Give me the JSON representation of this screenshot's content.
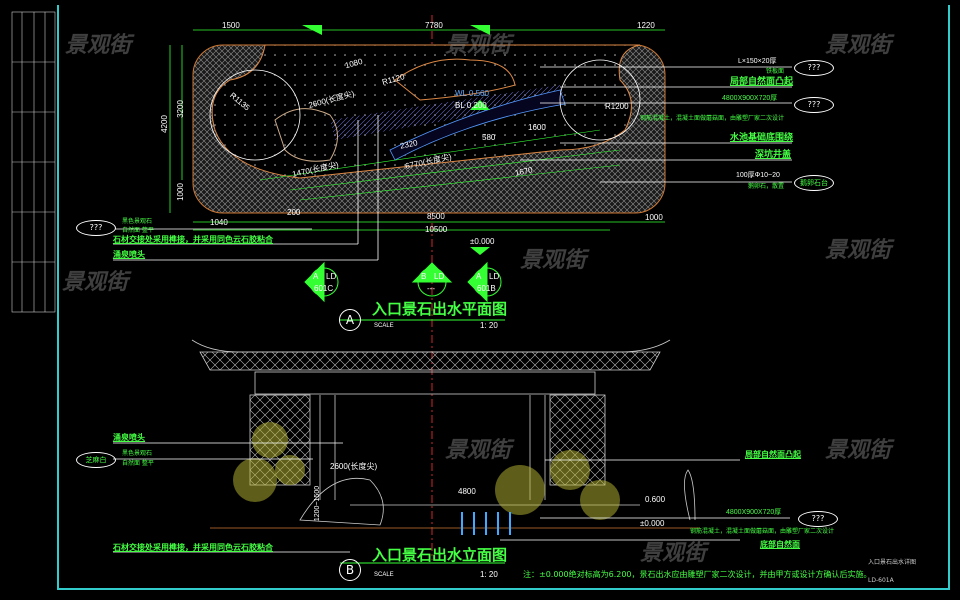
{
  "watermark": "景观街",
  "plan": {
    "title_letter": "A",
    "title": "入口景石出水平面图",
    "scale_label": "SCALE",
    "scale": "1: 20",
    "dims_top": [
      "1500",
      "7780",
      "1220"
    ],
    "dims_left": [
      "4200",
      "3200",
      "1000"
    ],
    "dims_bottom": [
      "8500",
      "10500",
      "1000"
    ],
    "inner_dims": [
      "R1135",
      "2600(长度尖)",
      "R1120",
      "1080",
      "WL 0.560",
      "BL 0.200",
      "2320",
      "6770(长度尖)",
      "1670",
      "1040",
      "200",
      "±0.000",
      "1600",
      "R1200",
      "1470(长度尖)",
      "580"
    ],
    "callouts_right": [
      {
        "text": "L×150×20厚",
        "sub": "铁板面",
        "bubble": "???"
      },
      {
        "text": "局部自然面凸起"
      },
      {
        "text": "4800X900X720厚",
        "sub": "钢筋混凝土，混凝土面做蘑菇面，由雕塑厂家二次设计",
        "bubble": "???"
      },
      {
        "text": "水池基础底围绕"
      },
      {
        "text": "深坑井盖"
      },
      {
        "text": "100厚Φ10~20",
        "sub": "鹅卵石，散置",
        "bubble": "鹅卵石台"
      }
    ],
    "callouts_left": [
      {
        "bubble": "???",
        "text": "黑色景观石",
        "sub": "自然面 整平"
      },
      {
        "text": "石材交接处采用榫接，并采用同色云石胶粘合"
      },
      {
        "text": "涌泉喷头"
      }
    ],
    "section_marks": [
      {
        "letter": "A",
        "code": "LD",
        "sheet": "601C"
      },
      {
        "letter": "B",
        "code": "LD",
        "sheet": "---"
      },
      {
        "letter": "A",
        "code": "LD",
        "sheet": "601B"
      }
    ]
  },
  "elevation": {
    "title_letter": "B",
    "title": "入口景石出水立面图",
    "scale_label": "SCALE",
    "scale": "1: 20",
    "dims": [
      "2600(长度尖)",
      "1200~1500",
      "4800",
      "0.600",
      "±0.000"
    ],
    "callouts_left": [
      {
        "text": "涌泉喷头"
      },
      {
        "bubble": "芝麻白",
        "text": "黑色景观石",
        "sub": "自然面 整平"
      },
      {
        "text": "石材交接处采用榫接，并采用同色云石胶粘合"
      }
    ],
    "callouts_right": [
      {
        "text": "局部自然面凸起"
      },
      {
        "text": "4800X900X720厚",
        "sub": "钢筋混凝土，混凝土面做蘑菇面，由雕塑厂家二次设计",
        "bubble": "???"
      },
      {
        "text": "底部自然面"
      }
    ],
    "note": "注：±0.000绝对标高为6.200，景石出水应由雕塑厂家二次设计，并由甲方或设计方确认后实施。",
    "sheet_name": "入口景石出水详图",
    "sheet_no": "LD-601A"
  },
  "colors": {
    "frame": "#33cccc",
    "text": "#33ff33",
    "dim": "#ffffff",
    "center": "#ff3333",
    "water": "#3399ff"
  }
}
